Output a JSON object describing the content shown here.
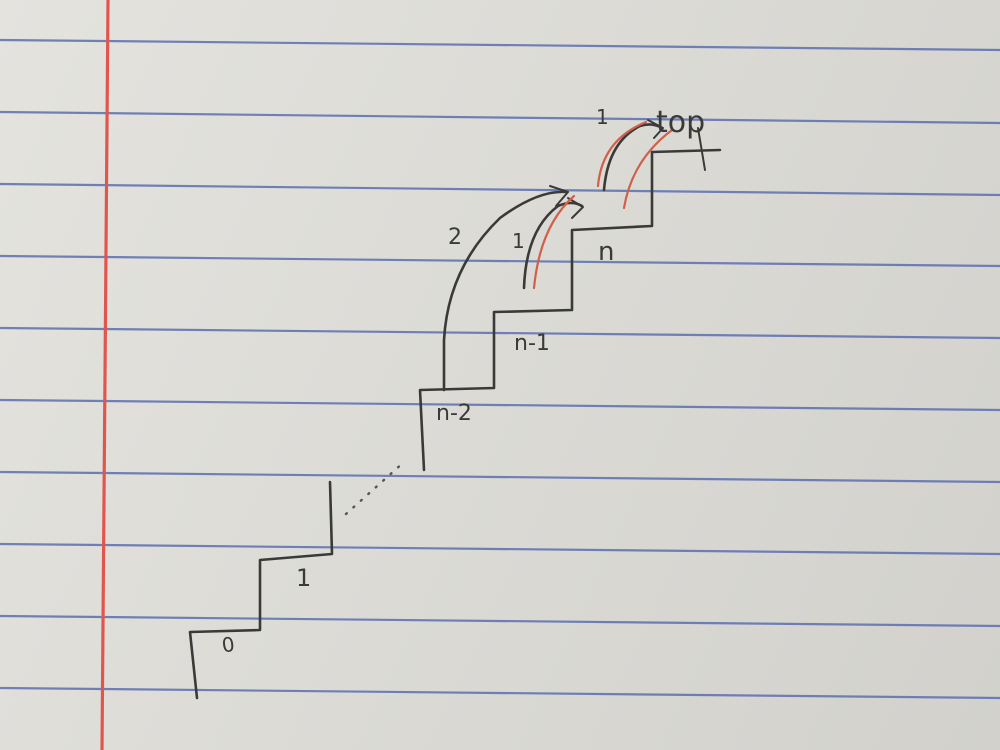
{
  "diagram": {
    "steps": [
      {
        "label": "0"
      },
      {
        "label": "1"
      },
      {
        "label": "n-2"
      },
      {
        "label": "n-1"
      },
      {
        "label": "n"
      }
    ],
    "top_label": "top",
    "jump_labels": {
      "two_step": "2",
      "one_step_lower": "1",
      "one_step_upper": "1"
    }
  },
  "colors": {
    "paper": "#dcdbd6",
    "ruled_line": "#5a6fb0",
    "margin_line": "#e0564e",
    "pencil": "#3a3a38",
    "red_pencil": "#d0604a"
  }
}
